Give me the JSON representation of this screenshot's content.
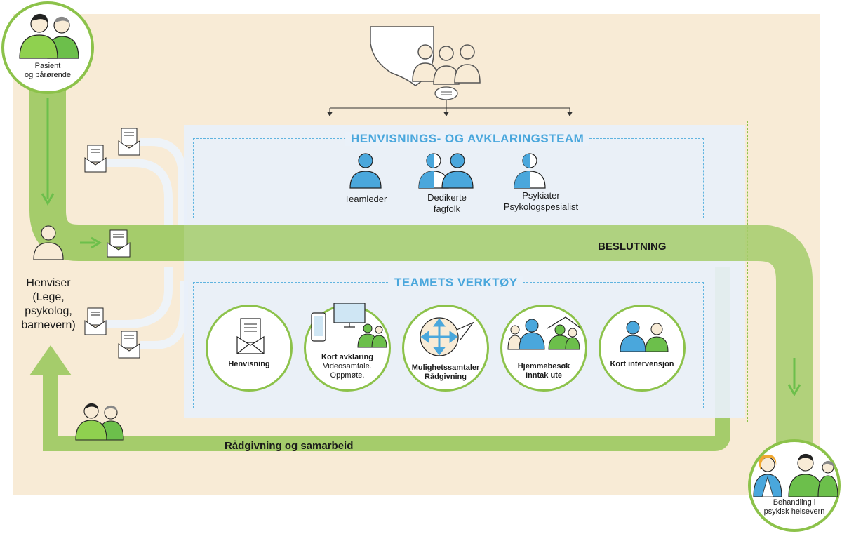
{
  "colors": {
    "background": "#f8ebd6",
    "flow_green": "#a5cc6b",
    "accent_green": "#6cbf4b",
    "accent_blue": "#4aa7dc",
    "panel": "#eaf1f9"
  },
  "patient": {
    "label_line1": "Pasient",
    "label_line2": "og pårørende"
  },
  "referrer": {
    "line1": "Henviser",
    "line2": "(Lege,",
    "line3": "psykolog,",
    "line4": "barnevern)"
  },
  "team": {
    "title": "HENVISNINGS- OG AVKLARINGSTEAM",
    "members": [
      {
        "line1": "Teamleder",
        "line2": ""
      },
      {
        "line1": "Dedikerte",
        "line2": "fagfolk"
      },
      {
        "line1": "Psykiater",
        "line2": "Psykologspesialist"
      }
    ]
  },
  "decision": {
    "label": "BESLUTNING"
  },
  "tools": {
    "title": "TEAMETS VERKTØY",
    "items": [
      {
        "title": "Henvisning",
        "subtitle1": "",
        "subtitle2": "",
        "icon": "envelope-letter-icon"
      },
      {
        "title": "Kort avklaring",
        "subtitle1": "Videosamtale.",
        "subtitle2": "Oppmøte.",
        "icon": "video-call-icon"
      },
      {
        "title": "Mulighetssamtaler",
        "subtitle1": "Rådgivning",
        "subtitle2": "",
        "icon": "arrows-bubble-icon"
      },
      {
        "title": "Hjemmebesøk",
        "subtitle1": "Inntak ute",
        "subtitle2": "",
        "icon": "home-visit-icon"
      },
      {
        "title": "Kort intervensjon",
        "subtitle1": "",
        "subtitle2": "",
        "icon": "two-people-icon"
      }
    ]
  },
  "advice": {
    "label": "Rådgivning og samarbeid"
  },
  "treatment": {
    "label_line1": "Behandling i",
    "label_line2": "psykisk helsevern"
  }
}
